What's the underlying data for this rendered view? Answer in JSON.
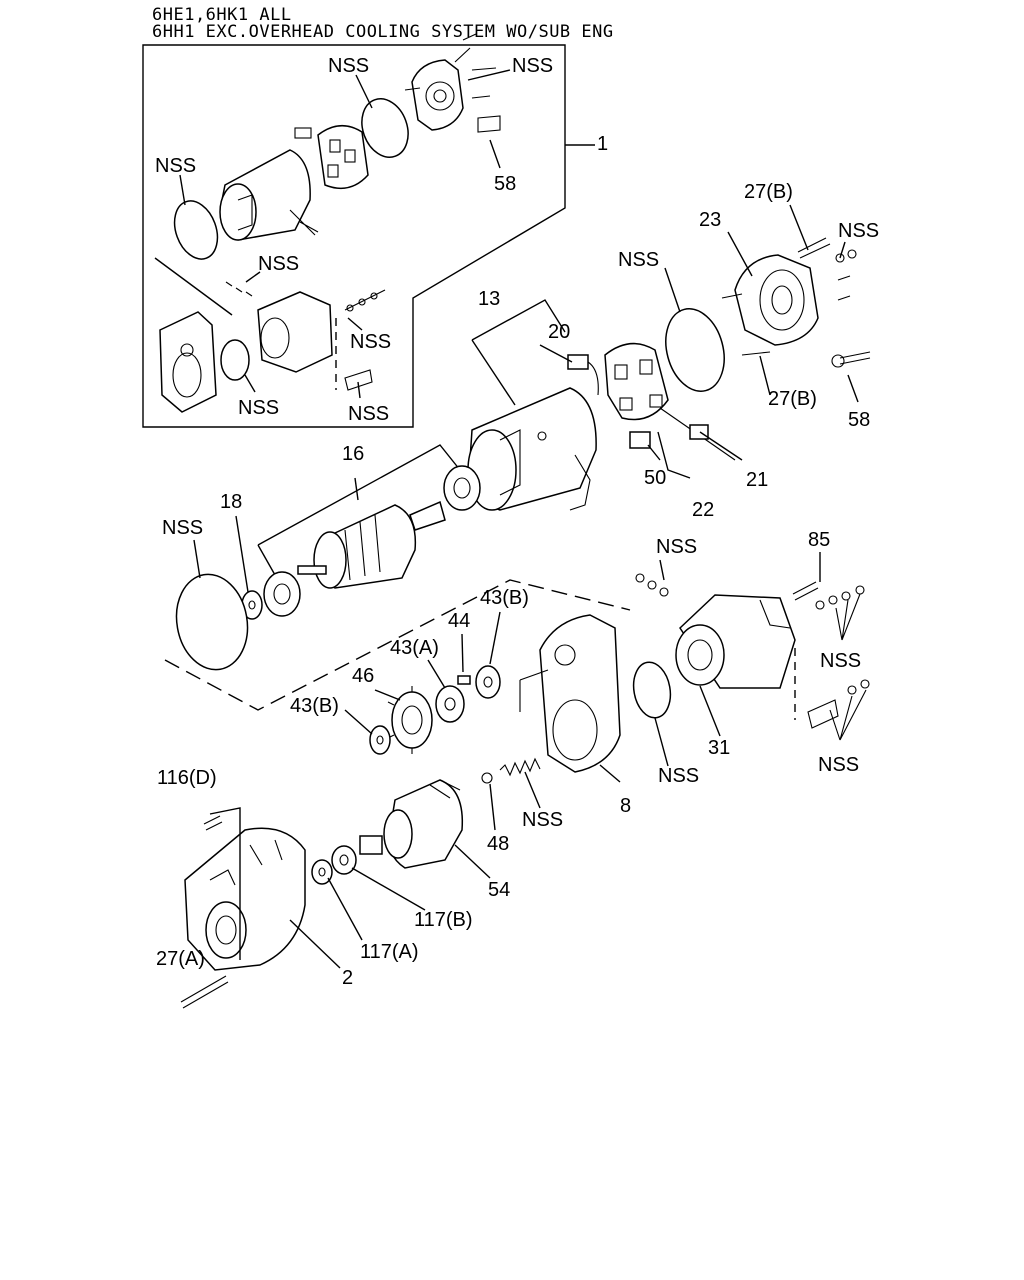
{
  "header": {
    "line1": "6HE1,6HK1 ALL",
    "line2": "6HH1 EXC.OVERHEAD COOLING SYSTEM WO/SUB ENG"
  },
  "labels": {
    "nss": "NSS",
    "p1": "1",
    "p2": "2",
    "p8": "8",
    "p13": "13",
    "p16": "16",
    "p18": "18",
    "p20": "20",
    "p21": "21",
    "p22": "22",
    "p23": "23",
    "p27a": "27(A)",
    "p27b": "27(B)",
    "p31": "31",
    "p43a": "43(A)",
    "p43b": "43(B)",
    "p44": "44",
    "p46": "46",
    "p48": "48",
    "p50": "50",
    "p54": "54",
    "p58": "58",
    "p85": "85",
    "p116d": "116(D)",
    "p117a": "117(A)",
    "p117b": "117(B)"
  }
}
